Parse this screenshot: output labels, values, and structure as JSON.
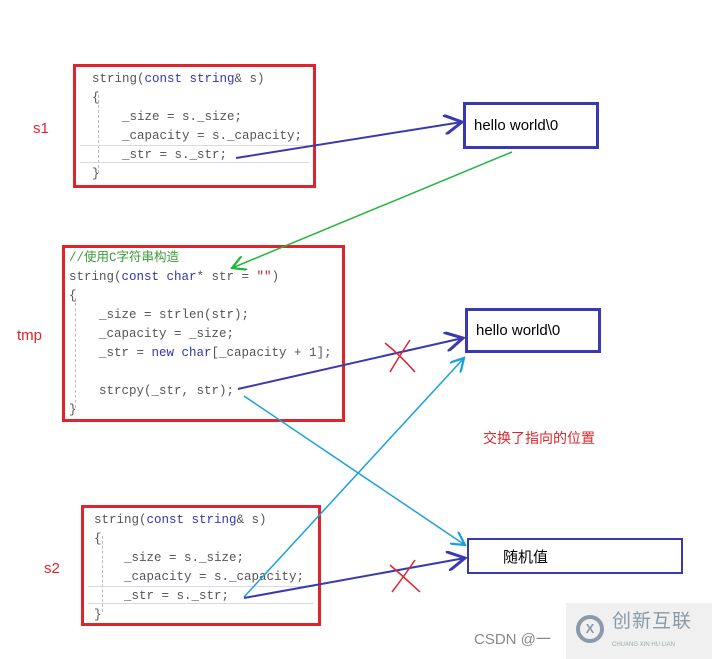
{
  "labels": {
    "s1": "s1",
    "tmp": "tmp",
    "s2": "s2",
    "note": "交换了指向的位置"
  },
  "s1_code": {
    "sig_a": "string(",
    "sig_kw": "const string",
    "sig_b": "& s)",
    "open": "{",
    "l1": "_size = s._size;",
    "l2": "_capacity = s._capacity;",
    "l3": "_str = s._str;",
    "close": "}"
  },
  "tmp_code": {
    "comment": "//使用C字符串构造",
    "sig_a": "string(",
    "sig_kw": "const char",
    "sig_b": "* str = ",
    "sig_str": "\"\"",
    "sig_c": ")",
    "open": "{",
    "l1": "_size = strlen(str);",
    "l2": "_capacity = _size;",
    "l3a": "_str = ",
    "l3kw": "new char",
    "l3b": "[_capacity + 1];",
    "l4": "strcpy(_str, str);",
    "close": "}"
  },
  "s2_code": {
    "sig_a": "string(",
    "sig_kw": "const string",
    "sig_b": "& s)",
    "open": "{",
    "l1": "_size = s._size;",
    "l2": "_capacity = s._capacity;",
    "l3": "_str = s._str;",
    "close": "}"
  },
  "memory": {
    "box1": "hello world\\0",
    "box2": "hello world\\0",
    "box3": "随机值"
  },
  "watermark": {
    "csdn": "CSDN @一",
    "logo": "创新互联",
    "logo_sub": "CHUANG XIN HU LIAN"
  },
  "colors": {
    "red": "#e0242b",
    "blue": "#3a3ab0",
    "green": "#22b53a",
    "cyan": "#1aa0e0"
  }
}
